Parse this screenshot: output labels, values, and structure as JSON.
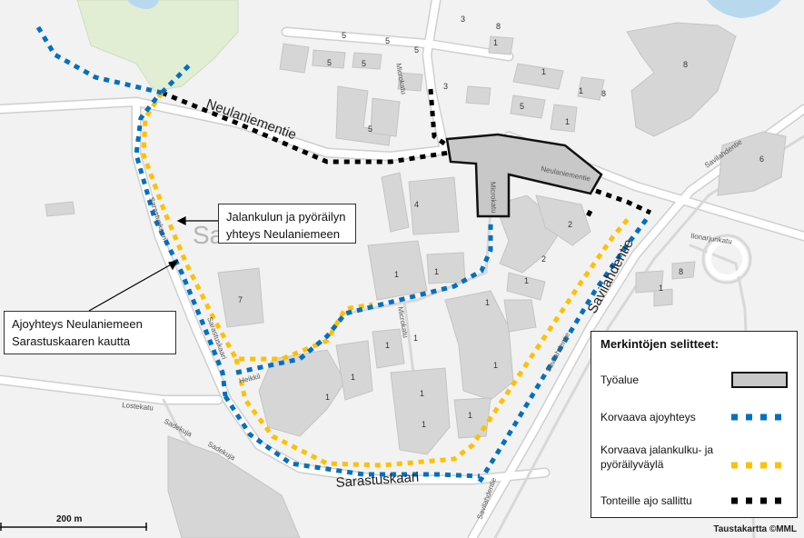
{
  "streets": {
    "neulaniementie": "Neulaniementie",
    "neulaniementie_small": "Neulaniementie",
    "savilahdentie_main": "Savilahdentie",
    "savilahdentie_top": "Savilahdentie",
    "savilahdentie_mid": "Savilahdentie",
    "savilahdentie_bottom": "Savilahdentie",
    "sarastuskaari": "Sarastuskaari",
    "sarastuskaari_left": "Sarastuskaari",
    "sarastuskaari_lower": "Sarastuskaari",
    "lostekatu": "Lostekatu",
    "sadekuja_1": "Sadekuja",
    "sadekuja_2": "Sadekuja",
    "ilonarjunkatu": "Ilonarjunkatu",
    "microkatu": "Microkatu",
    "microkatu_2": "Microkatu",
    "microkatu_3": "Microkatu",
    "heikkilantie": "Heikkil",
    "sa_fragment": "Sa"
  },
  "building_numbers": [
    "5",
    "5",
    "5",
    "5",
    "5",
    "5",
    "3",
    "8",
    "1",
    "1",
    "8",
    "1",
    "1",
    "8",
    "6",
    "5",
    "3",
    "4",
    "2",
    "2",
    "1",
    "1",
    "1",
    "1",
    "1",
    "1",
    "1",
    "7",
    "1",
    "1",
    "1",
    "1",
    "1",
    "8",
    "1"
  ],
  "callouts": {
    "neulaniemi": "Jalankulun ja pyöräilyn yhteys Neulaniemeen",
    "sarastus": "Ajoyhteys Neulaniemeen Sarastuskaaren kautta"
  },
  "legend": {
    "title": "Merkintöjen selitteet:",
    "items": [
      {
        "label": "Työalue",
        "style": "work-area"
      },
      {
        "label": "Korvaava ajoyhteys",
        "style": "dash",
        "color": "#0070c0"
      },
      {
        "label": "Korvaava jalankulku- ja pyöräilyväylä",
        "style": "dash",
        "color": "#ffc000"
      },
      {
        "label": "Tonteille ajo sallittu",
        "style": "dash",
        "color": "#000000"
      }
    ]
  },
  "scale": {
    "label": "200 m"
  },
  "attribution": "Taustakartta ©MML",
  "colors": {
    "drive_route": "#0070c0",
    "walk_cycle_route": "#ffc000",
    "plot_access": "#000000",
    "work_area_fill": "#c8c8c8",
    "park": "#e2eed4",
    "water": "#b8d8ee",
    "building": "#d6d6d6",
    "road": "#ffffff"
  }
}
